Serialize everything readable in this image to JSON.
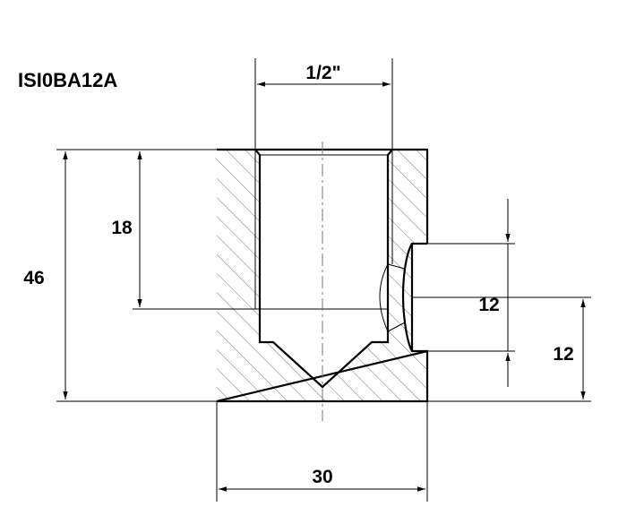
{
  "part_code": "ISI0BA12A",
  "dimensions": {
    "thread": "1/2\"",
    "total_height": "46",
    "thread_depth": "18",
    "port_diameter": "12",
    "port_height": "12",
    "width": "30"
  },
  "colors": {
    "line": "#000000",
    "hatch": "#666666",
    "background": "#ffffff"
  }
}
